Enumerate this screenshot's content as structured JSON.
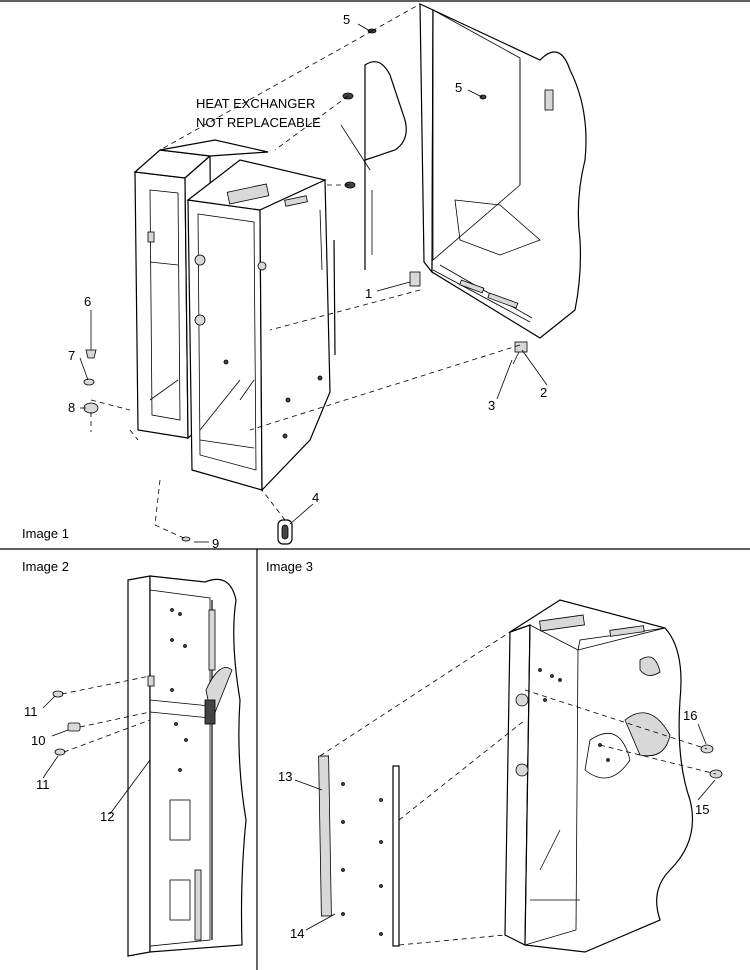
{
  "panels": [
    {
      "label": "Image 1"
    },
    {
      "label": "Image 2"
    },
    {
      "label": "Image 3"
    }
  ],
  "note": {
    "line1": "HEAT EXCHANGER",
    "line2": "NOT REPLACEABLE"
  },
  "callouts": {
    "c1": "1",
    "c2": "2",
    "c3": "3",
    "c4": "4",
    "c5a": "5",
    "c5b": "5",
    "c6": "6",
    "c7": "7",
    "c8": "8",
    "c9": "9",
    "c10": "10",
    "c11a": "11",
    "c11b": "11",
    "c12": "12",
    "c13": "13",
    "c14": "14",
    "c15": "15",
    "c16": "16"
  }
}
